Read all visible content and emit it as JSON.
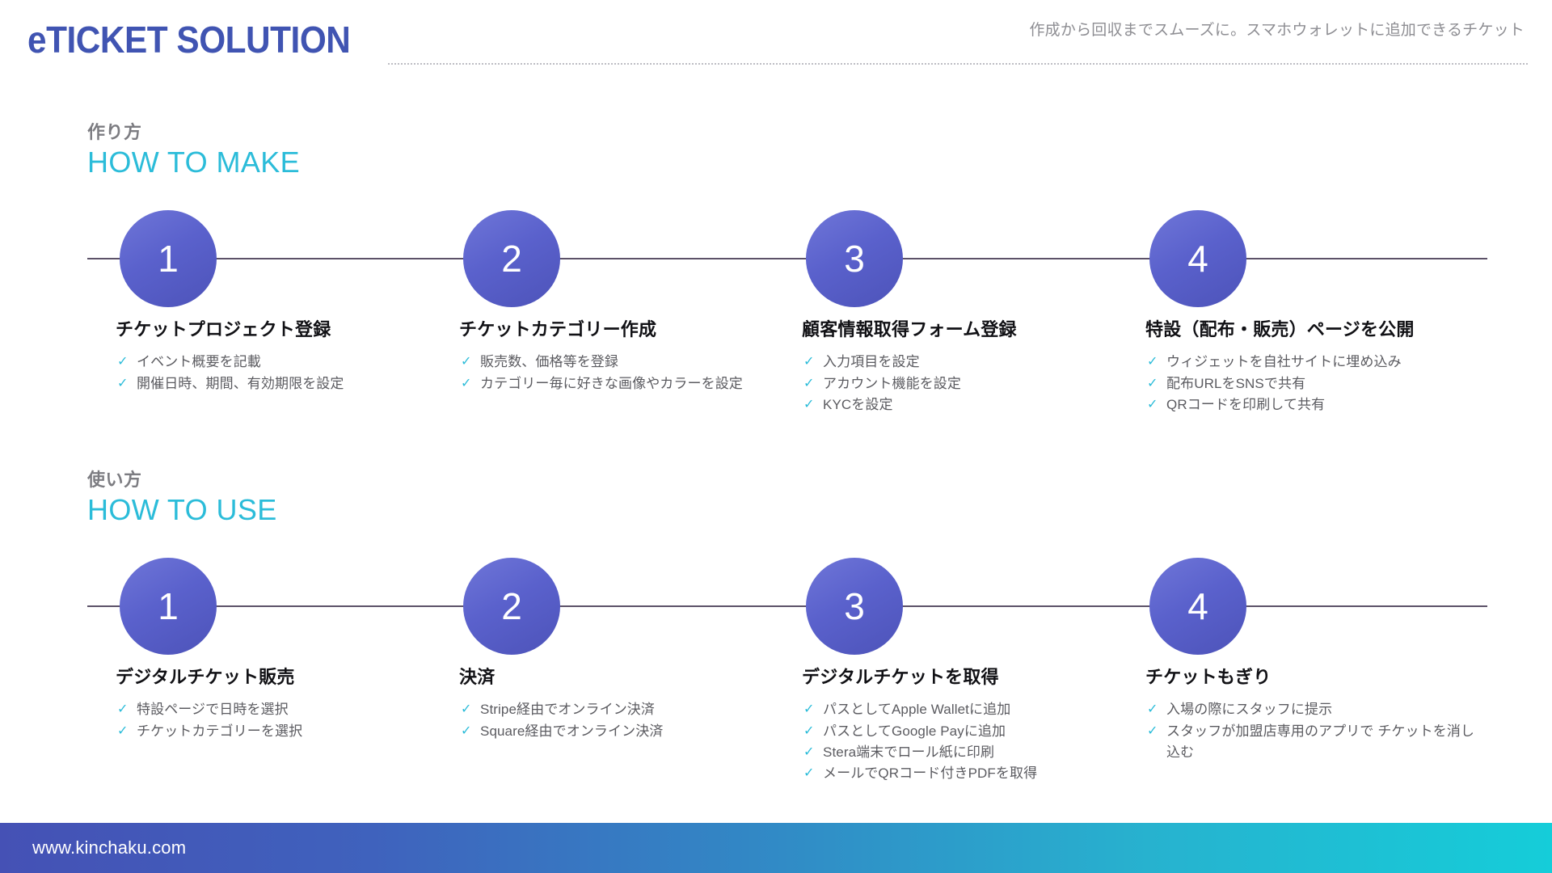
{
  "header": {
    "brand_title": "eTICKET SOLUTION",
    "tagline": "作成から回収までスムーズに。スマホウォレットに追加できるチケット",
    "brand_color": "#4054b2",
    "tagline_color": "#8e8e93"
  },
  "accent_colors": {
    "cyan": "#2bbcd9",
    "circle_purple": "#5a61cc",
    "line": "#5c5268",
    "title_text": "#111115",
    "body_text": "#5b5b60"
  },
  "sections": [
    {
      "label_ja": "作り方",
      "label_en": "HOW TO MAKE",
      "steps": [
        {
          "number": "1",
          "title": "チケットプロジェクト登録",
          "items": [
            "イベント概要を記載",
            "開催日時、期間、有効期限を設定"
          ]
        },
        {
          "number": "2",
          "title": "チケットカテゴリー作成",
          "items": [
            "販売数、価格等を登録",
            "カテゴリー毎に好きな画像やカラーを設定"
          ]
        },
        {
          "number": "3",
          "title": "顧客情報取得フォーム登録",
          "items": [
            "入力項目を設定",
            "アカウント機能を設定",
            "KYCを設定"
          ]
        },
        {
          "number": "4",
          "title": "特設（配布・販売）ページを公開",
          "items": [
            "ウィジェットを自社サイトに埋め込み",
            "配布URLをSNSで共有",
            "QRコードを印刷して共有"
          ]
        }
      ]
    },
    {
      "label_ja": "使い方",
      "label_en": "HOW TO USE",
      "steps": [
        {
          "number": "1",
          "title": "デジタルチケット販売",
          "items": [
            "特設ページで日時を選択",
            "チケットカテゴリーを選択"
          ]
        },
        {
          "number": "2",
          "title": "決済",
          "items": [
            "Stripe経由でオンライン決済",
            "Square経由でオンライン決済"
          ]
        },
        {
          "number": "3",
          "title": "デジタルチケットを取得",
          "items": [
            "パスとしてApple Walletに追加",
            "パスとしてGoogle Payに追加",
            "Stera端末でロール紙に印刷",
            "メールでQRコード付きPDFを取得"
          ]
        },
        {
          "number": "4",
          "title": "チケットもぎり",
          "items": [
            "入場の際にスタッフに提示",
            "スタッフが加盟店専用のアプリで チケットを消し込む"
          ]
        }
      ]
    }
  ],
  "footer": {
    "url": "www.kinchaku.com",
    "gradient_from": "#4551b5",
    "gradient_to": "#15cdd9"
  },
  "icons": {
    "check": "✓"
  }
}
